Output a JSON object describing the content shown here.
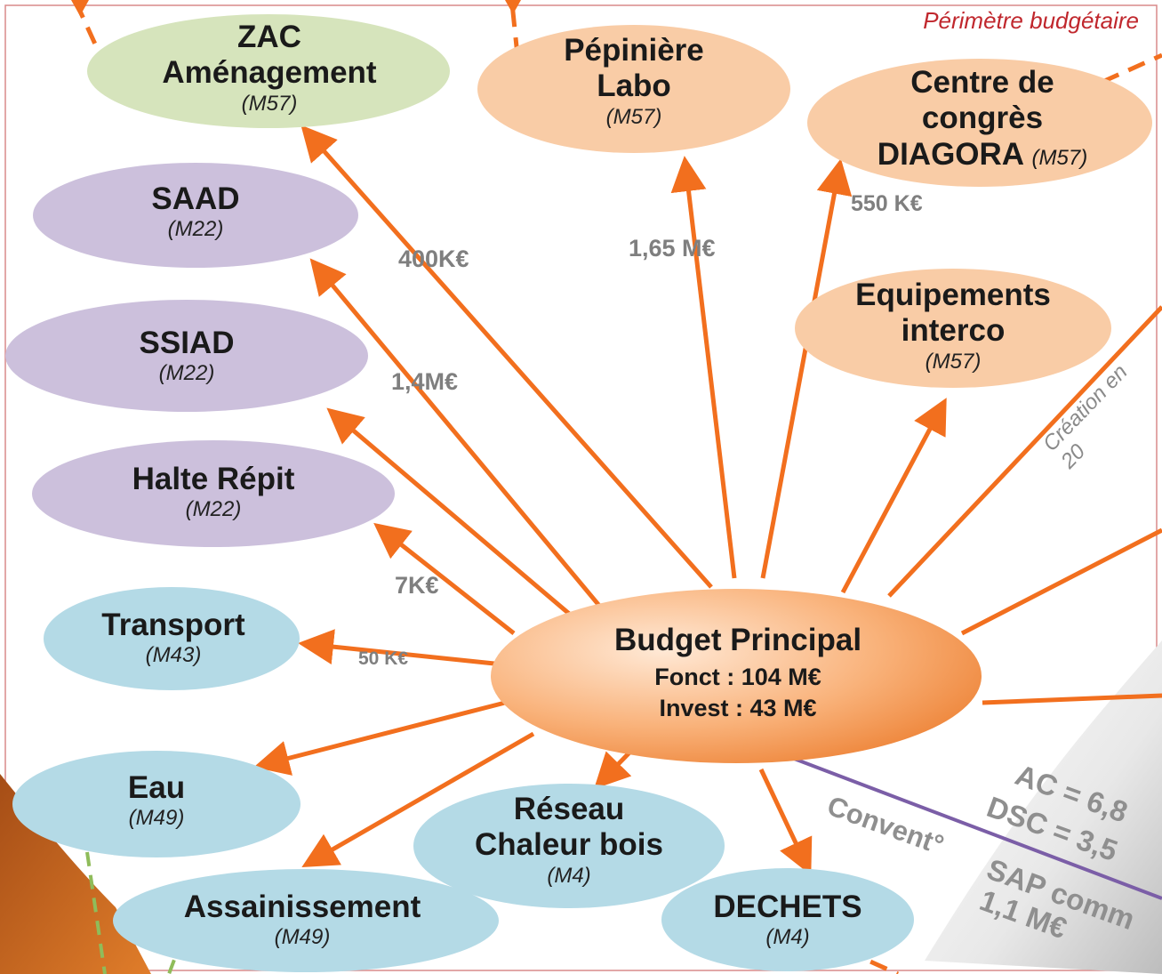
{
  "perimeter_label": "Périmètre budgétaire",
  "center": {
    "title": "Budget Principal",
    "fonct": "Fonct : 104 M€",
    "invest": "Invest : 43 M€"
  },
  "nodes": {
    "zac": {
      "line1": "ZAC",
      "line2": "Aménagement",
      "code": "(M57)"
    },
    "pepiniere": {
      "line1": "Pépinière",
      "line2": "Labo",
      "code": "(M57)"
    },
    "diagora": {
      "line1": "Centre de",
      "line2": "congrès",
      "line3": "DIAGORA",
      "code": "(M57)"
    },
    "saad": {
      "line1": "SAAD",
      "code": "(M22)"
    },
    "ssiad": {
      "line1": "SSIAD",
      "code": "(M22)"
    },
    "equipements": {
      "line1": "Equipements",
      "line2": "interco",
      "code": "(M57)"
    },
    "halte": {
      "line1": "Halte Répit",
      "code": "(M22)"
    },
    "transport": {
      "line1": "Transport",
      "code": "(M43)"
    },
    "eau": {
      "line1": "Eau",
      "code": "(M49)"
    },
    "reseau": {
      "line1": "Réseau",
      "line2": "Chaleur bois",
      "code": "(M4)"
    },
    "assainissement": {
      "line1": "Assainissement",
      "code": "(M49)"
    },
    "dechets": {
      "line1": "DECHETS",
      "code": "(M4)"
    }
  },
  "amounts": {
    "zac": "400K€",
    "pepiniere": "1,65 M€",
    "diagora": "550 K€",
    "ssiad": "1,4M€",
    "halte": "7K€",
    "transport": "50 K€"
  },
  "side_notes": {
    "creation": "Création en 20",
    "convention": "Convent°",
    "ac": "AC = 6,8",
    "dsc": "DSC = 3,5",
    "sap": "SAP comm",
    "sap_amount": "1,1 M€"
  },
  "colors": {
    "arrow": "#f26f1e",
    "green": "#d6e4bc",
    "peach": "#f9cca6",
    "purple": "#ccc0dc",
    "blue": "#b4dae6",
    "purple_line": "#7b5ea7",
    "perimeter": "#c0272d"
  }
}
